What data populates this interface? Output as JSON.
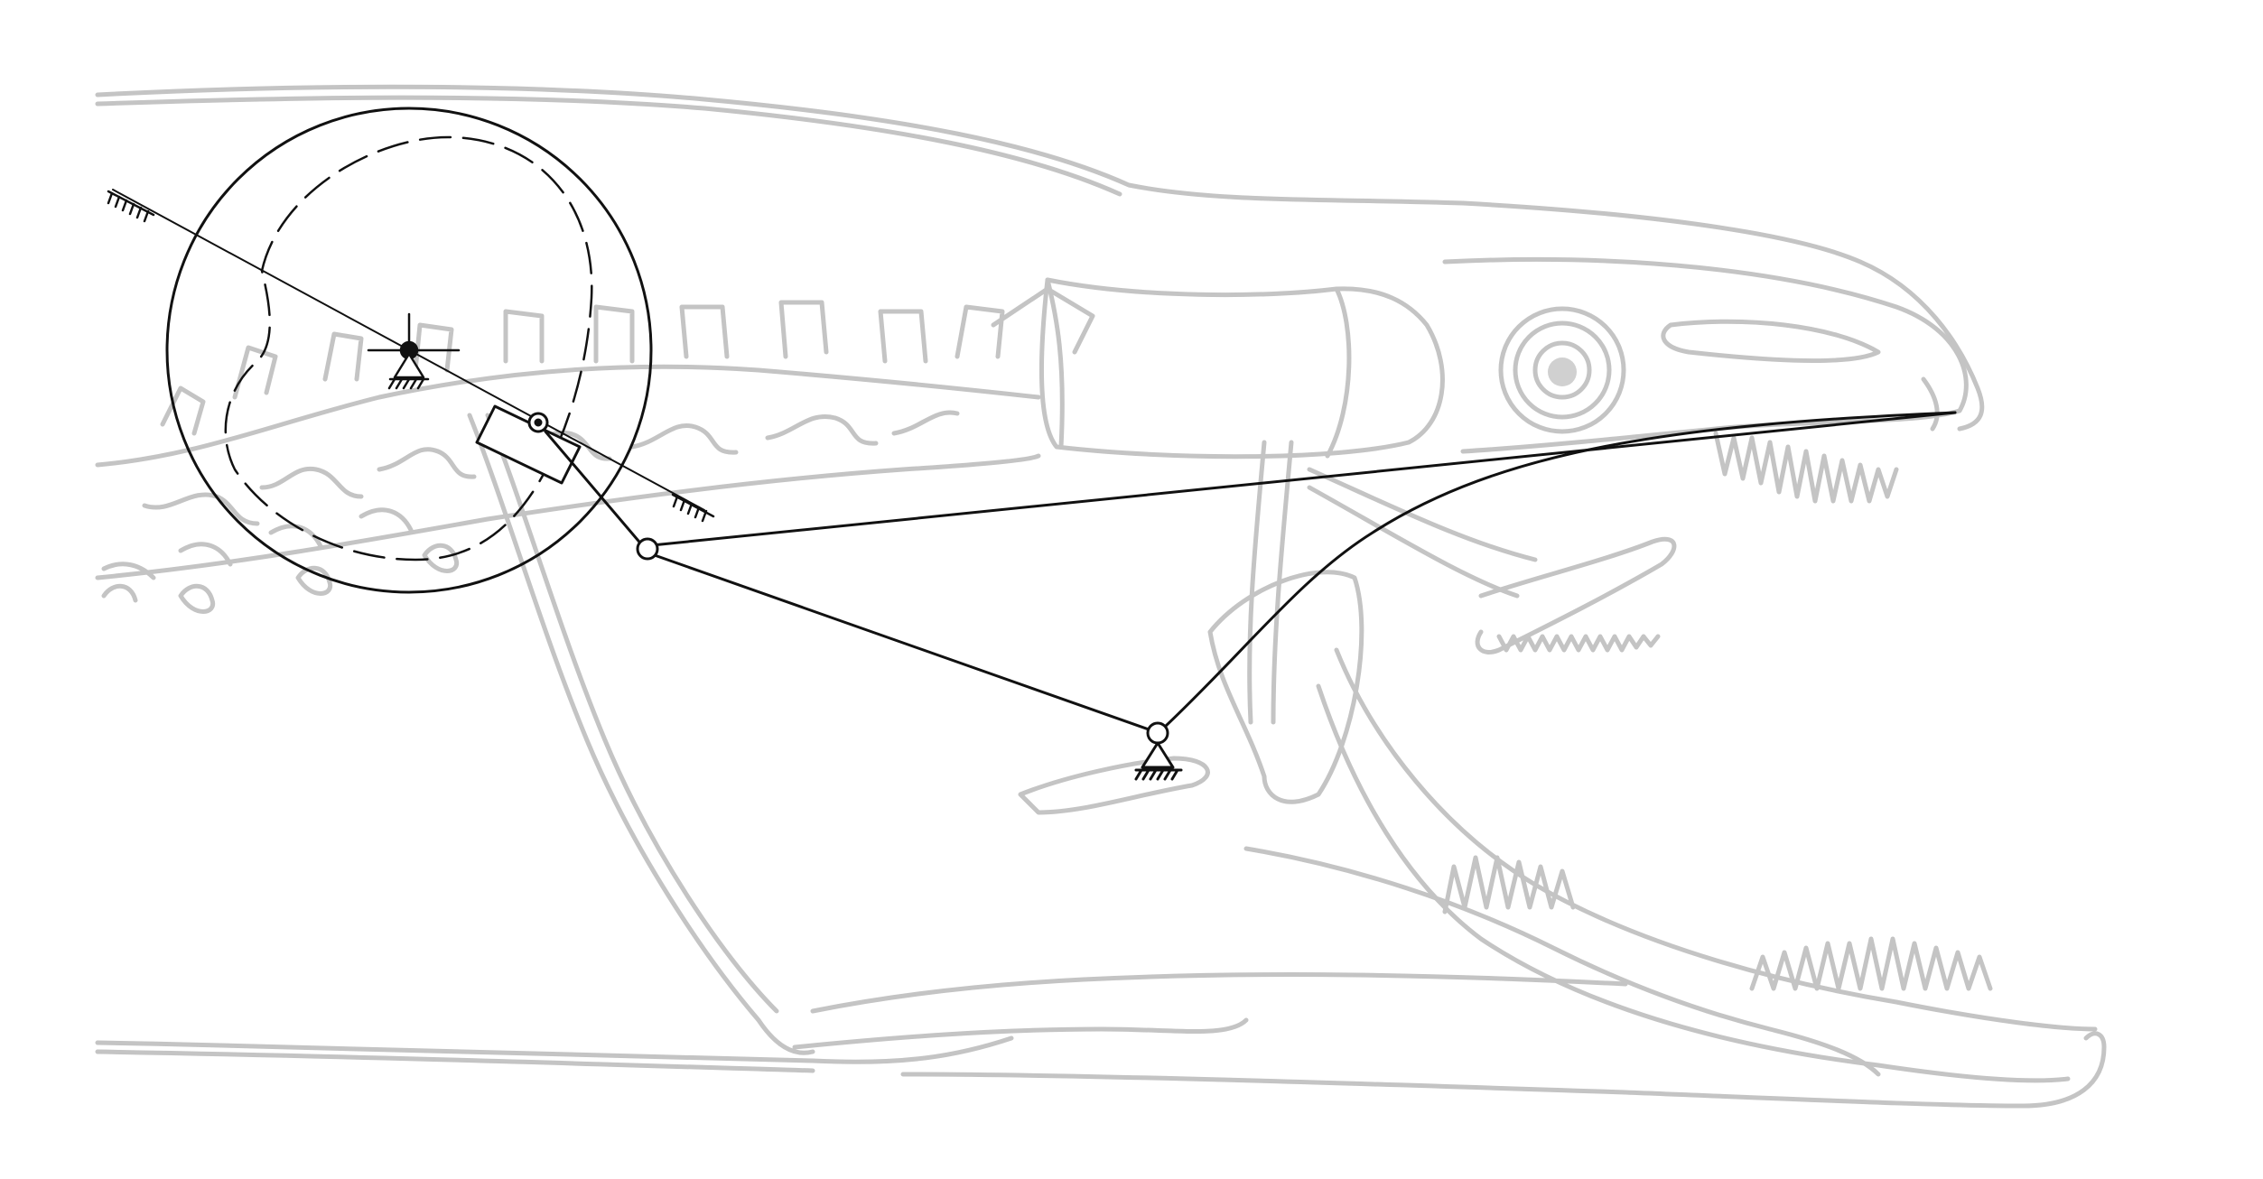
{
  "diagram": {
    "subject": "",
    "colors": {
      "background": "#ffffff",
      "anatomy_outline": "#c4c4c4",
      "anatomy_fill": "#d0d0d0",
      "mechanism": "#111111"
    },
    "symbols": [
      "fixed-pivot-icon",
      "ground-hatch-icon",
      "slider-block",
      "rotating-cam-circle",
      "pin-joint"
    ]
  }
}
